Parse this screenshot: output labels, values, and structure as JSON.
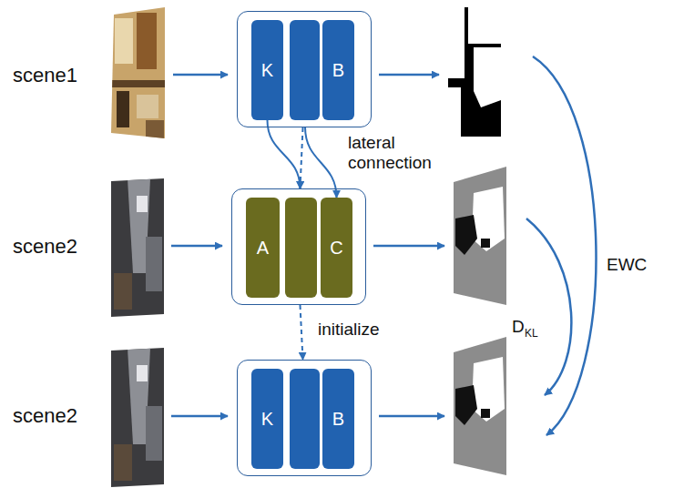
{
  "diagram": {
    "nodes": [
      {
        "text": []
      },
      {
        "text": [
          "K"
        ],
        "in": 0
      },
      {
        "text": [
          "B"
        ],
        "in": 0
      },
      {
        "text": []
      },
      {
        "text": [
          "A"
        ],
        "in": 3
      },
      {
        "text": [
          "C"
        ],
        "in": 3
      },
      {
        "text": []
      },
      {
        "text": [
          "K"
        ],
        "in": 6
      },
      {
        "text": [
          "B"
        ],
        "in": 6
      }
    ],
    "edges": [
      {
        "from": 1,
        "to": 3,
        "arrow": "to"
      },
      {
        "from": 0,
        "to": 5,
        "arrow": "to"
      },
      {
        "from": 0,
        "to": 3,
        "arrow": "to"
      },
      {
        "from": 3,
        "to": 6,
        "label": "initialize",
        "arrow": "to"
      }
    ],
    "labels": [
      "scene1",
      "scene2",
      "scene2",
      "lateral connection",
      "EWC",
      "D",
      "KL"
    ]
  }
}
